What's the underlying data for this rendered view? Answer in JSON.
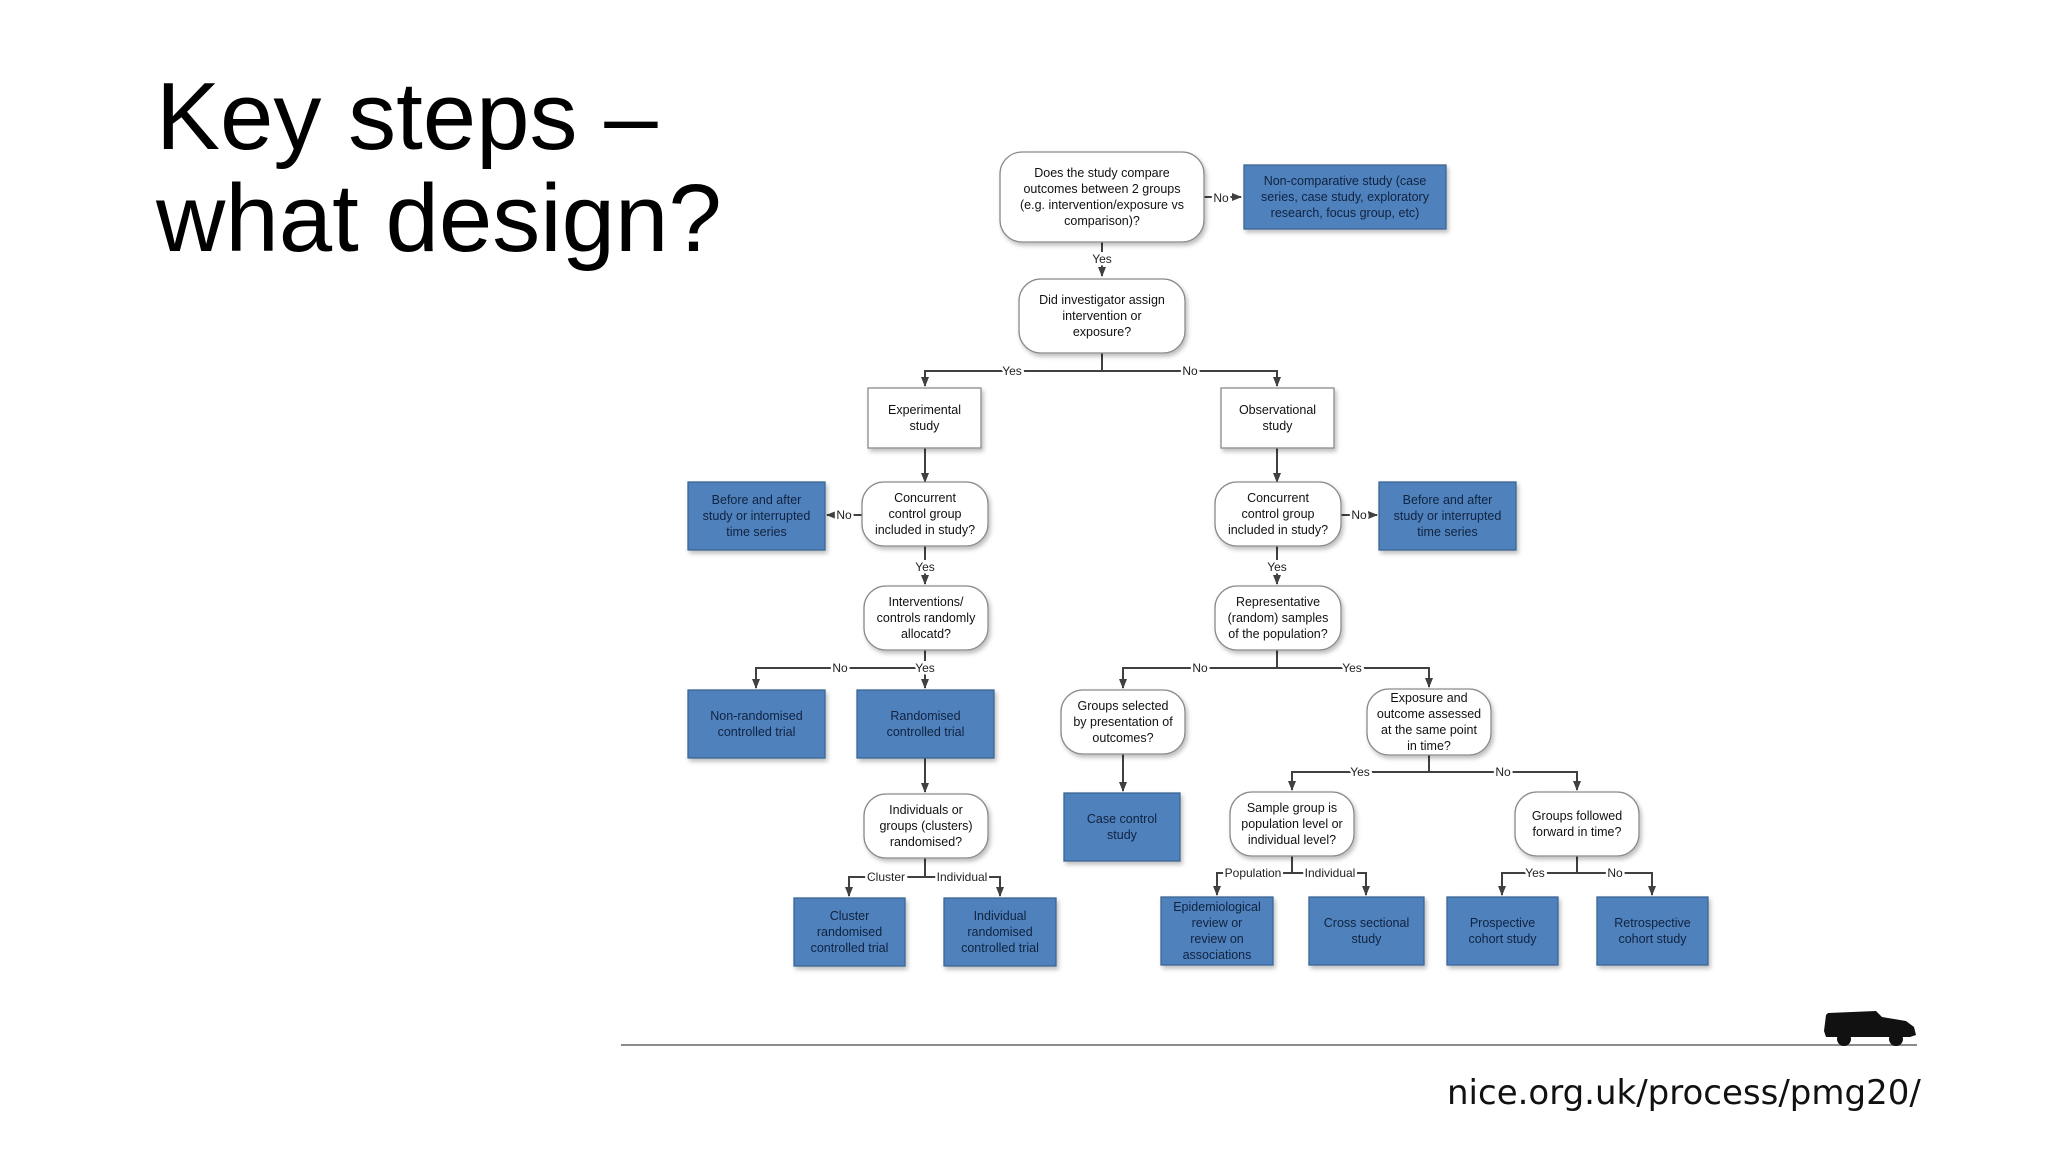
{
  "slide": {
    "title_line1": "Key steps –",
    "title_line2": "what design?",
    "source_url": "nice.org.uk/process/pmg20/"
  },
  "colors": {
    "outcome_fill": "#4f81bd",
    "outcome_border": "#3b6593",
    "node_border": "#8a8a8a"
  },
  "icons": {
    "vehicle": "car-icon"
  },
  "flowchart": {
    "nodes": [
      {
        "id": "compare",
        "type": "question",
        "lines": [
          "Does the study compare",
          "outcomes between 2 groups",
          "(e.g. intervention/exposure vs",
          "comparison)?"
        ]
      },
      {
        "id": "noncomparative",
        "type": "outcome",
        "lines": [
          "Non-comparative study (case",
          "series, case study, exploratory",
          "research, focus group, etc)"
        ]
      },
      {
        "id": "assign",
        "type": "question",
        "lines": [
          "Did investigator assign",
          "intervention or",
          "exposure?"
        ]
      },
      {
        "id": "experimental",
        "type": "category",
        "lines": [
          "Experimental",
          "study"
        ]
      },
      {
        "id": "observational",
        "type": "category",
        "lines": [
          "Observational",
          "study"
        ]
      },
      {
        "id": "conc_exp",
        "type": "question",
        "lines": [
          "Concurrent",
          "control group",
          "included in study?"
        ]
      },
      {
        "id": "before_after_exp",
        "type": "outcome",
        "lines": [
          "Before and after",
          "study or interrupted",
          "time series"
        ]
      },
      {
        "id": "conc_obs",
        "type": "question",
        "lines": [
          "Concurrent",
          "control group",
          "included in study?"
        ]
      },
      {
        "id": "before_after_obs",
        "type": "outcome",
        "lines": [
          "Before and after",
          "study or interrupted",
          "time series"
        ]
      },
      {
        "id": "random_alloc",
        "type": "question",
        "lines": [
          "Interventions/",
          "controls randomly",
          "allocatd?"
        ]
      },
      {
        "id": "representative",
        "type": "question",
        "lines": [
          "Representative",
          "(random) samples",
          "of the population?"
        ]
      },
      {
        "id": "nonrandomised",
        "type": "outcome",
        "lines": [
          "Non-randomised",
          "controlled trial"
        ]
      },
      {
        "id": "randomised",
        "type": "outcome",
        "lines": [
          "Randomised",
          "controlled trial"
        ]
      },
      {
        "id": "groups_selected",
        "type": "question",
        "lines": [
          "Groups selected",
          "by presentation of",
          "outcomes?"
        ]
      },
      {
        "id": "exposure_same",
        "type": "question",
        "lines": [
          "Exposure and",
          "outcome assessed",
          "at the same point",
          "in time?"
        ]
      },
      {
        "id": "indiv_groups",
        "type": "question",
        "lines": [
          "Individuals or",
          "groups (clusters)",
          "randomised?"
        ]
      },
      {
        "id": "case_control",
        "type": "outcome",
        "lines": [
          "Case control",
          "study"
        ]
      },
      {
        "id": "sample_level",
        "type": "question",
        "lines": [
          "Sample group is",
          "population level or",
          "individual level?"
        ]
      },
      {
        "id": "followed_forward",
        "type": "question",
        "lines": [
          "Groups followed",
          "forward in time?"
        ]
      },
      {
        "id": "cluster_rct",
        "type": "outcome",
        "lines": [
          "Cluster",
          "randomised",
          "controlled trial"
        ]
      },
      {
        "id": "individual_rct",
        "type": "outcome",
        "lines": [
          "Individual",
          "randomised",
          "controlled trial"
        ]
      },
      {
        "id": "epidemiological",
        "type": "outcome",
        "lines": [
          "Epidemiological",
          "review or",
          "review on",
          "associations"
        ]
      },
      {
        "id": "cross_sectional",
        "type": "outcome",
        "lines": [
          "Cross sectional",
          "study"
        ]
      },
      {
        "id": "prospective",
        "type": "outcome",
        "lines": [
          "Prospective",
          "cohort study"
        ]
      },
      {
        "id": "retrospective",
        "type": "outcome",
        "lines": [
          "Retrospective",
          "cohort study"
        ]
      }
    ],
    "edges": [
      {
        "id": "compare-no",
        "label": "No",
        "from": "compare",
        "to": "noncomparative"
      },
      {
        "id": "compare-yes",
        "label": "Yes",
        "from": "compare",
        "to": "assign"
      },
      {
        "id": "assign-yes",
        "label": "Yes",
        "from": "assign",
        "to": "experimental"
      },
      {
        "id": "assign-no",
        "label": "No",
        "from": "assign",
        "to": "observational"
      },
      {
        "id": "exp-conc",
        "label": "",
        "from": "experimental",
        "to": "conc_exp"
      },
      {
        "id": "concexp-no",
        "label": "No",
        "from": "conc_exp",
        "to": "before_after_exp"
      },
      {
        "id": "concexp-yes",
        "label": "Yes",
        "from": "conc_exp",
        "to": "random_alloc"
      },
      {
        "id": "obs-conc",
        "label": "",
        "from": "observational",
        "to": "conc_obs"
      },
      {
        "id": "concobs-no",
        "label": "No",
        "from": "conc_obs",
        "to": "before_after_obs"
      },
      {
        "id": "concobs-yes",
        "label": "Yes",
        "from": "conc_obs",
        "to": "representative"
      },
      {
        "id": "alloc-no",
        "label": "No",
        "from": "random_alloc",
        "to": "nonrandomised"
      },
      {
        "id": "alloc-yes",
        "label": "Yes",
        "from": "random_alloc",
        "to": "randomised"
      },
      {
        "id": "rand-indiv",
        "label": "",
        "from": "randomised",
        "to": "indiv_groups"
      },
      {
        "id": "indiv-cluster",
        "label": "Cluster",
        "from": "indiv_groups",
        "to": "cluster_rct"
      },
      {
        "id": "indiv-individual",
        "label": "Individual",
        "from": "indiv_groups",
        "to": "individual_rct"
      },
      {
        "id": "rep-no",
        "label": "No",
        "from": "representative",
        "to": "groups_selected"
      },
      {
        "id": "rep-yes",
        "label": "Yes",
        "from": "representative",
        "to": "exposure_same"
      },
      {
        "id": "groups-case",
        "label": "",
        "from": "groups_selected",
        "to": "case_control"
      },
      {
        "id": "exposure-yes",
        "label": "Yes",
        "from": "exposure_same",
        "to": "sample_level"
      },
      {
        "id": "exposure-no",
        "label": "No",
        "from": "exposure_same",
        "to": "followed_forward"
      },
      {
        "id": "sample-population",
        "label": "Population",
        "from": "sample_level",
        "to": "epidemiological"
      },
      {
        "id": "sample-individual",
        "label": "Individual",
        "from": "sample_level",
        "to": "cross_sectional"
      },
      {
        "id": "forward-yes",
        "label": "Yes",
        "from": "followed_forward",
        "to": "prospective"
      },
      {
        "id": "forward-no",
        "label": "No",
        "from": "followed_forward",
        "to": "retrospective"
      }
    ]
  }
}
